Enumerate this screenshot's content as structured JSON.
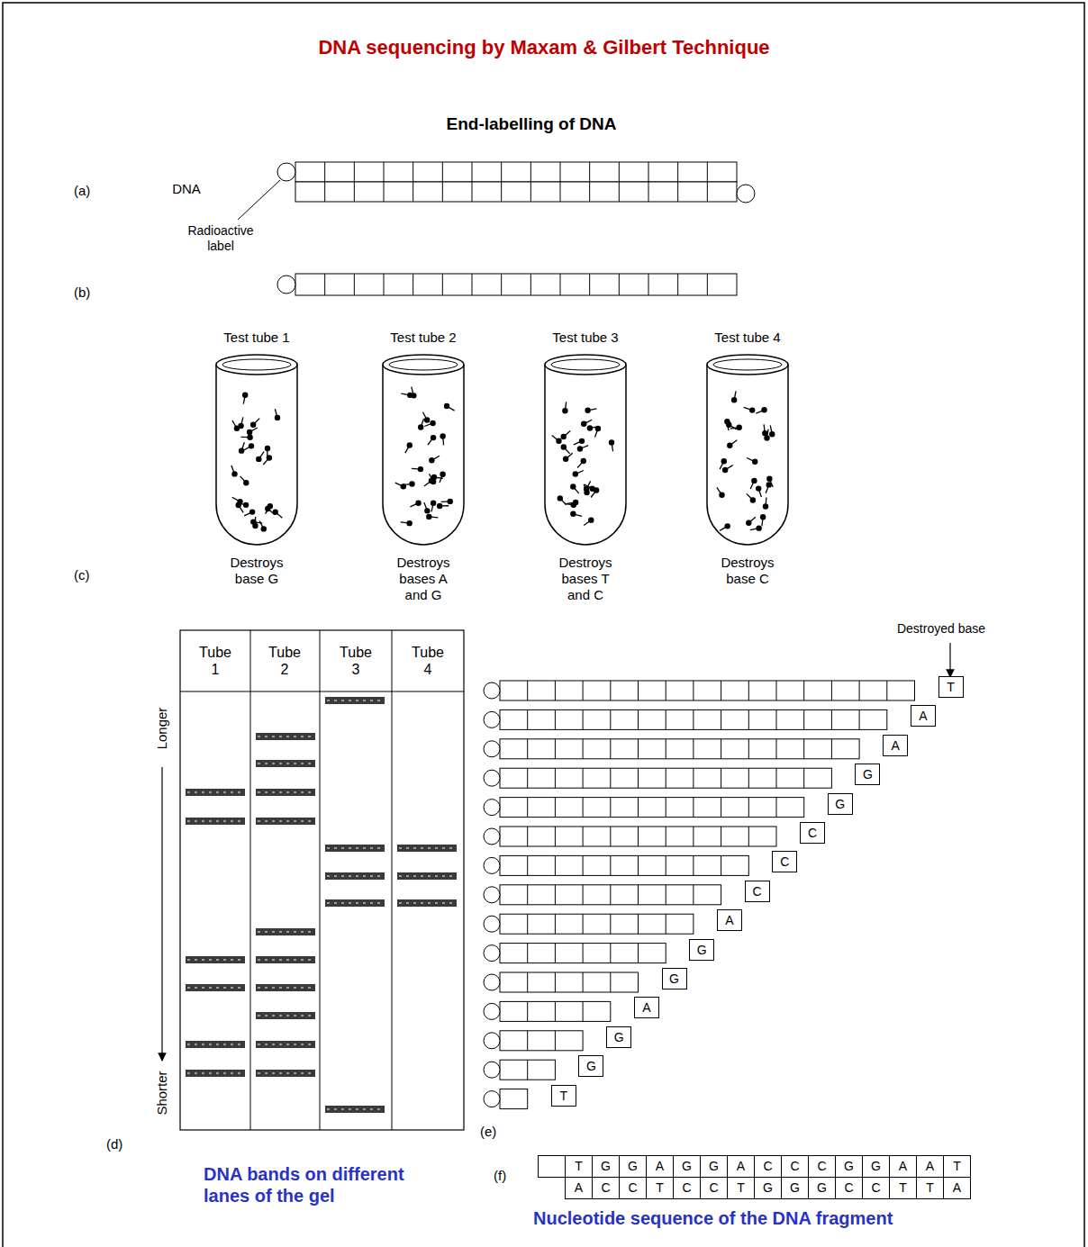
{
  "diagram": {
    "title": "DNA sequencing by Maxam & Gilbert Technique",
    "nodes": [
      {
        "text": [
          "T"
        ]
      },
      {
        "text": [
          "A"
        ]
      },
      {
        "text": [
          "A"
        ]
      },
      {
        "text": [
          "G"
        ]
      },
      {
        "text": [
          "G"
        ]
      },
      {
        "text": [
          "C"
        ]
      },
      {
        "text": [
          "C"
        ]
      },
      {
        "text": [
          "C"
        ]
      },
      {
        "text": [
          "A"
        ]
      },
      {
        "text": [
          "G"
        ]
      },
      {
        "text": [
          "G"
        ]
      },
      {
        "text": [
          "A"
        ]
      },
      {
        "text": [
          "G"
        ]
      },
      {
        "text": [
          "G"
        ]
      },
      {
        "text": [
          "T"
        ]
      }
    ],
    "labels": [
      "End-labelling of DNA",
      "(a)",
      "DNA",
      "Radioactive label",
      "(b)",
      "Test tube 1",
      "Test tube 2",
      "Test tube 3",
      "Test tube 4",
      "(c)",
      "Destroys base G",
      "Destroys bases A and G",
      "Destroys bases T and C",
      "Destroys base C",
      "Tube 1",
      "Tube 2",
      "Tube 3",
      "Tube 4",
      "Longer",
      "Shorter",
      "(d)",
      "DNA bands on different lanes of the gel",
      "Destroyed base",
      "(e)",
      "(f)",
      "T",
      "G",
      "G",
      "A",
      "G",
      "G",
      "A",
      "C",
      "C",
      "C",
      "G",
      "G",
      "A",
      "A",
      "T",
      "A",
      "C",
      "C",
      "T",
      "C",
      "C",
      "T",
      "G",
      "G",
      "G",
      "C",
      "C",
      "T",
      "T",
      "A",
      "Nucleotide sequence of the DNA fragment"
    ]
  }
}
